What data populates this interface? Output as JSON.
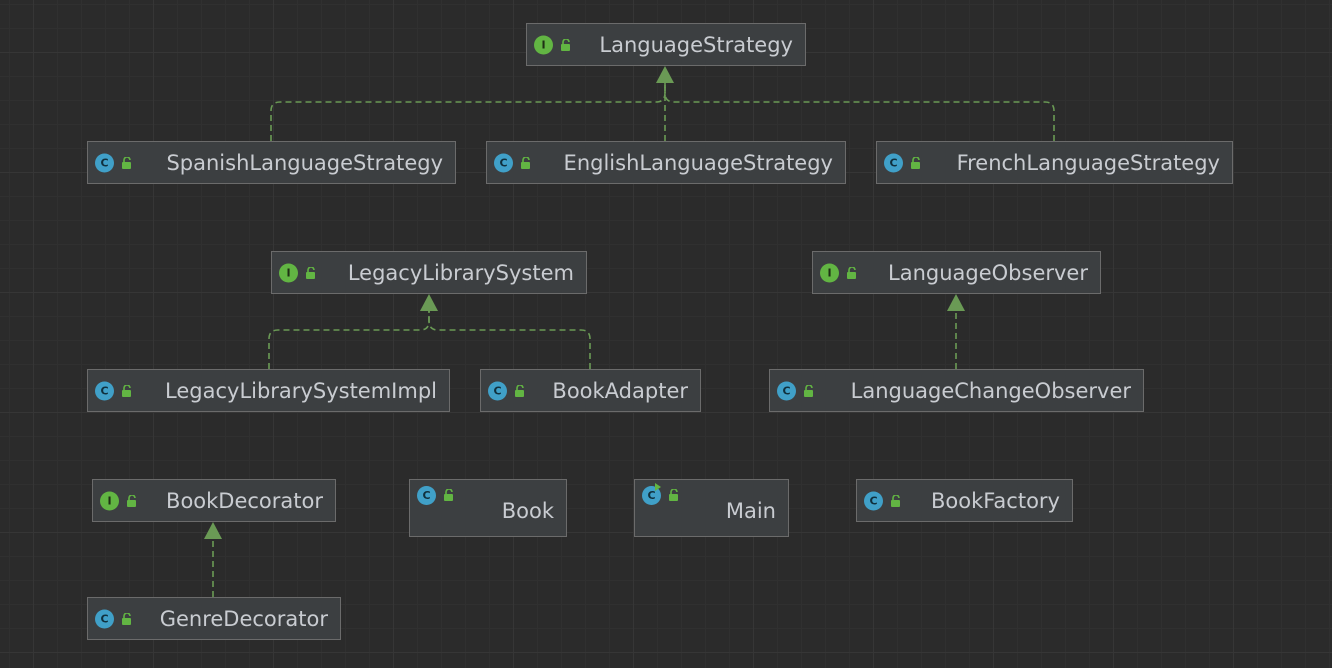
{
  "diagram": {
    "colors": {
      "background": "#2b2b2b",
      "node_fill": "#3c3f41",
      "node_border": "#6b6b6b",
      "text": "#c9ccd1",
      "interface_badge": "#62b543",
      "class_badge": "#40a0c8",
      "edge": "#6a9a55"
    },
    "nodes": {
      "language_strategy": {
        "label": "LanguageStrategy",
        "kind": "I",
        "kind_icon": "interface-icon",
        "visibility_icon": "public-lock-icon"
      },
      "spanish_language_strategy": {
        "label": "SpanishLanguageStrategy",
        "kind": "C",
        "kind_icon": "class-icon",
        "visibility_icon": "public-lock-icon"
      },
      "english_language_strategy": {
        "label": "EnglishLanguageStrategy",
        "kind": "C",
        "kind_icon": "class-icon",
        "visibility_icon": "public-lock-icon"
      },
      "french_language_strategy": {
        "label": "FrenchLanguageStrategy",
        "kind": "C",
        "kind_icon": "class-icon",
        "visibility_icon": "public-lock-icon"
      },
      "legacy_library_system": {
        "label": "LegacyLibrarySystem",
        "kind": "I",
        "kind_icon": "interface-icon",
        "visibility_icon": "public-lock-icon"
      },
      "language_observer": {
        "label": "LanguageObserver",
        "kind": "I",
        "kind_icon": "interface-icon",
        "visibility_icon": "public-lock-icon"
      },
      "legacy_library_system_impl": {
        "label": "LegacyLibrarySystemImpl",
        "kind": "C",
        "kind_icon": "class-icon",
        "visibility_icon": "public-lock-icon"
      },
      "book_adapter": {
        "label": "BookAdapter",
        "kind": "C",
        "kind_icon": "class-icon",
        "visibility_icon": "public-lock-icon"
      },
      "language_change_observer": {
        "label": "LanguageChangeObserver",
        "kind": "C",
        "kind_icon": "class-icon",
        "visibility_icon": "public-lock-icon"
      },
      "book_decorator": {
        "label": "BookDecorator",
        "kind": "I",
        "kind_icon": "interface-icon",
        "visibility_icon": "public-lock-icon"
      },
      "book": {
        "label": "Book",
        "kind": "C",
        "kind_icon": "class-icon",
        "visibility_icon": "public-lock-icon"
      },
      "main": {
        "label": "Main",
        "kind": "C",
        "kind_icon": "runnable-class-icon",
        "visibility_icon": "public-lock-icon"
      },
      "book_factory": {
        "label": "BookFactory",
        "kind": "C",
        "kind_icon": "class-icon",
        "visibility_icon": "public-lock-icon"
      },
      "genre_decorator": {
        "label": "GenreDecorator",
        "kind": "C",
        "kind_icon": "class-icon",
        "visibility_icon": "public-lock-icon"
      }
    },
    "edges": [
      {
        "from": "spanish_language_strategy",
        "to": "language_strategy",
        "type": "implements"
      },
      {
        "from": "english_language_strategy",
        "to": "language_strategy",
        "type": "implements"
      },
      {
        "from": "french_language_strategy",
        "to": "language_strategy",
        "type": "implements"
      },
      {
        "from": "legacy_library_system_impl",
        "to": "legacy_library_system",
        "type": "implements"
      },
      {
        "from": "book_adapter",
        "to": "legacy_library_system",
        "type": "implements"
      },
      {
        "from": "language_change_observer",
        "to": "language_observer",
        "type": "implements"
      },
      {
        "from": "genre_decorator",
        "to": "book_decorator",
        "type": "implements"
      }
    ]
  }
}
